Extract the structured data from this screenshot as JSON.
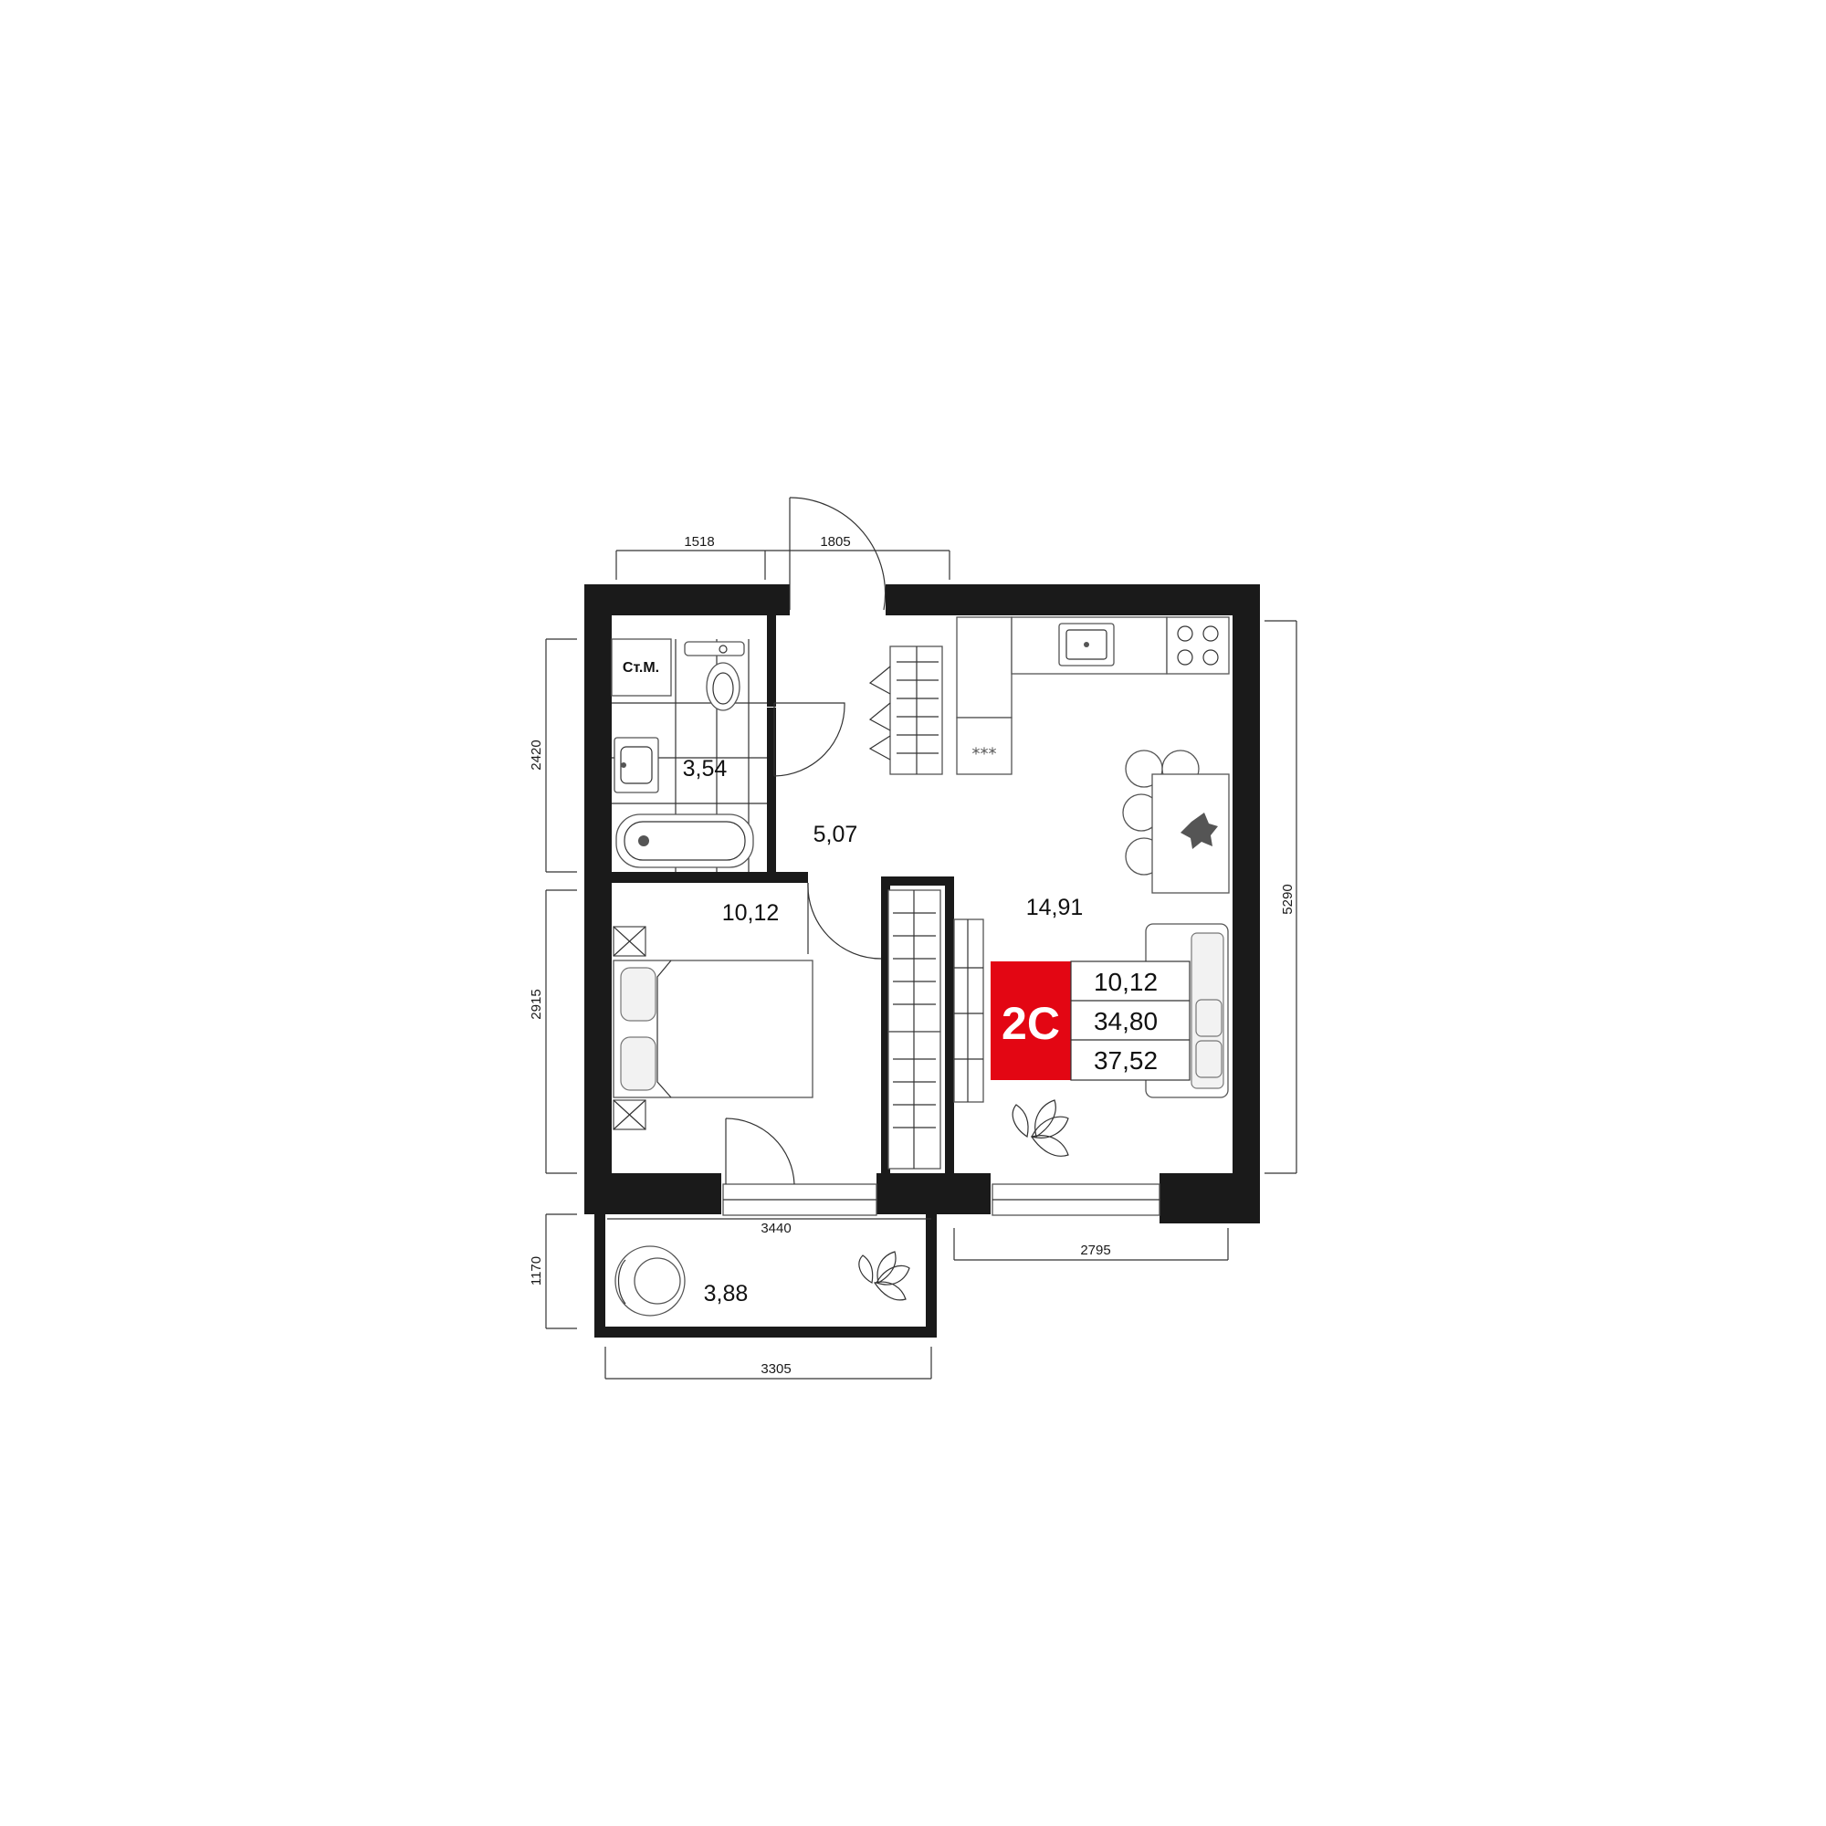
{
  "dimensions": {
    "top_left": "1518",
    "top_door": "1805",
    "left_upper": "2420",
    "left_lower": "2915",
    "left_balcony": "1170",
    "right": "5290",
    "bottom_bedroom": "3440",
    "bottom_living": "2795",
    "bottom_balcony": "3305"
  },
  "rooms": {
    "bathroom": "3,54",
    "hallway": "5,07",
    "bedroom": "10,12",
    "living_kitchen": "14,91",
    "balcony": "3,88",
    "washer_label": "Ст.М."
  },
  "summary": {
    "type_badge": "2С",
    "living_area": "10,12",
    "total_area": "34,80",
    "total_with_balcony": "37,52",
    "badge_color": "#e30613"
  }
}
